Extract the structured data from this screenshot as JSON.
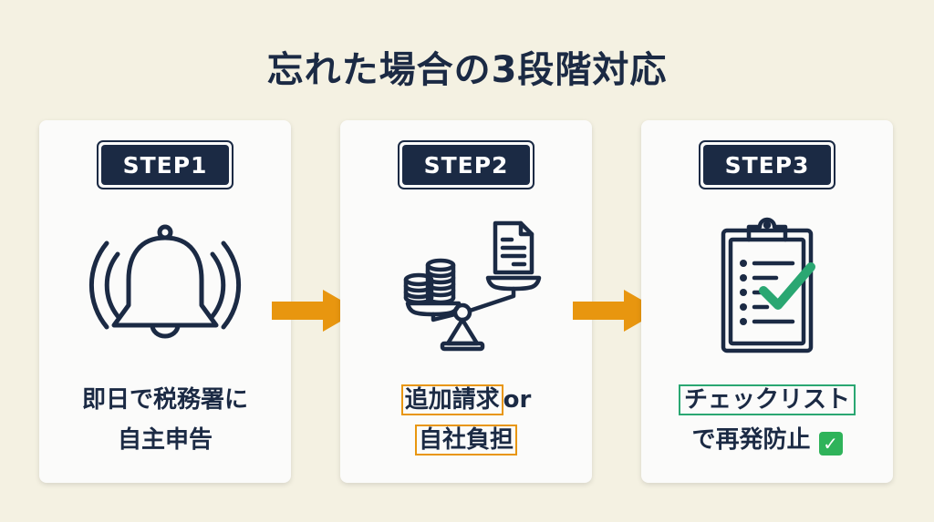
{
  "title": "忘れた場合の3段階対応",
  "colors": {
    "background": "#f4f1e2",
    "navy": "#1b2a44",
    "arrow": "#e8960f",
    "highlight_orange": "#e8960f",
    "highlight_green": "#2aa772",
    "check_green": "#2fb35a"
  },
  "steps": [
    {
      "badge": "STEP1",
      "icon": "ringing-bell-icon",
      "line1": "即日で税務署に",
      "line2": "自主申告"
    },
    {
      "badge": "STEP2",
      "icon": "balance-scale-coins-document-icon",
      "line1_highlight": "追加請求",
      "line1_rest": "or",
      "line2_highlight": "自社負担"
    },
    {
      "badge": "STEP3",
      "icon": "clipboard-checklist-icon",
      "line1_highlight": "チェックリスト",
      "line2": "で再発防止",
      "line2_emoji": "✓"
    }
  ],
  "arrows": [
    "arrow-right-icon",
    "arrow-right-icon"
  ]
}
